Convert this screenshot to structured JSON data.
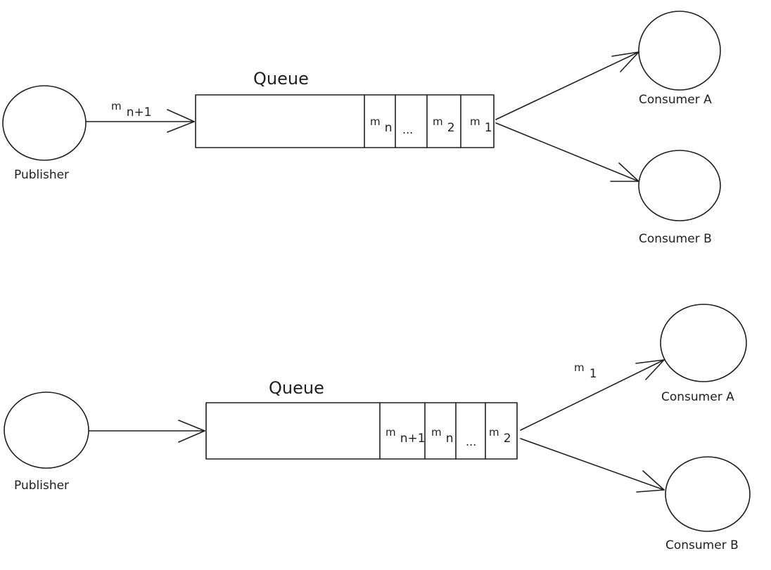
{
  "diagrams": [
    {
      "queue_label": "Queue",
      "publisher_label": "Publisher",
      "consumers": [
        "Consumer A",
        "Consumer B"
      ],
      "incoming_message": {
        "m": "m",
        "sub": "n+1"
      },
      "queue_cells": [
        {
          "m": "m",
          "sub": "n"
        },
        {
          "m": "",
          "sub": "..."
        },
        {
          "m": "m",
          "sub": "2"
        },
        {
          "m": "m",
          "sub": "1"
        }
      ],
      "dispatched_message": null
    },
    {
      "queue_label": "Queue",
      "publisher_label": "Publisher",
      "consumers": [
        "Consumer A",
        "Consumer B"
      ],
      "incoming_message": null,
      "queue_cells": [
        {
          "m": "m",
          "sub": "n+1"
        },
        {
          "m": "m",
          "sub": "n"
        },
        {
          "m": "",
          "sub": "..."
        },
        {
          "m": "m",
          "sub": "2"
        }
      ],
      "dispatched_message": {
        "m": "m",
        "sub": "1"
      }
    }
  ]
}
